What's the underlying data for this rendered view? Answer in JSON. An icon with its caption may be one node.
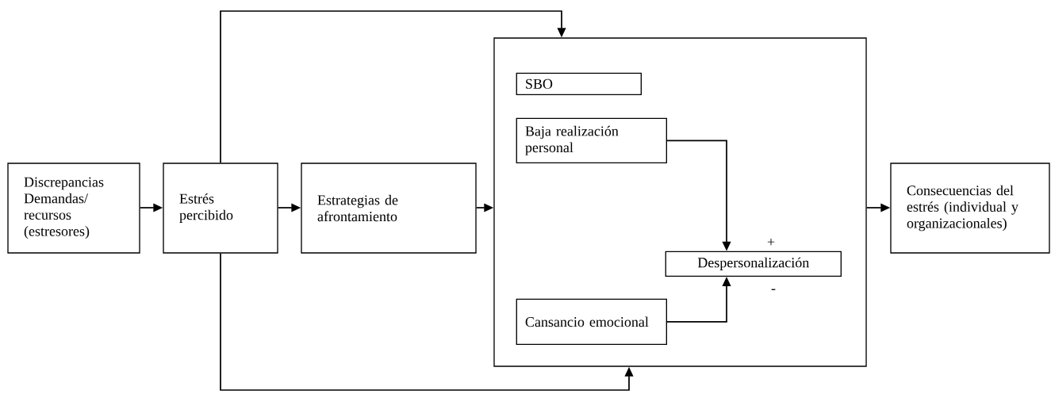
{
  "diagram": {
    "nodes": [
      {
        "text": [
          "Discrepancias Demandas/ recursos (estresores)"
        ]
      },
      {
        "text": [
          "Estrés percibido"
        ]
      },
      {
        "text": [
          "Estrategias de afrontamiento"
        ]
      },
      {
        "text": [],
        "shape": "box"
      },
      {
        "text": [
          "SBO"
        ],
        "in": 3
      },
      {
        "text": [
          "Baja realización personal"
        ],
        "in": 3
      },
      {
        "text": [
          "Despersonalización"
        ],
        "in": 3
      },
      {
        "text": [
          "Cansancio emocional"
        ],
        "in": 3
      },
      {
        "text": [
          "Consecuencias del estrés (individual y organizacionales)"
        ]
      }
    ],
    "edges": [
      {
        "from": 0,
        "to": 1,
        "arrow": "to"
      },
      {
        "from": 1,
        "to": 2,
        "arrow": "to"
      },
      {
        "from": 2,
        "to": 3,
        "arrow": "to"
      },
      {
        "from": 1,
        "to": 3,
        "arrow": "to"
      },
      {
        "from": 1,
        "to": 3,
        "arrow": "to"
      },
      {
        "from": 5,
        "to": 6,
        "arrow": "to"
      },
      {
        "from": 7,
        "to": 6,
        "arrow": "to"
      },
      {
        "from": 3,
        "to": 8,
        "arrow": "to"
      }
    ],
    "labels": [
      "+",
      "-"
    ]
  }
}
